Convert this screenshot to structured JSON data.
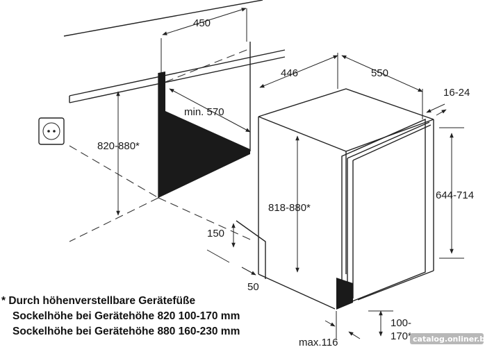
{
  "dimensions": {
    "niche_width": "450",
    "niche_depth": "446",
    "appliance_depth": "550",
    "door_gap": "16-24",
    "min_depth": "min. 570",
    "niche_height": "820-880*",
    "appliance_height": "818-880*",
    "door_height": "644-714",
    "plinth_cutout": "150",
    "plinth_depth": "50",
    "plinth_height_a": "100-",
    "plinth_height_b": "170*",
    "max_offset": "max.116"
  },
  "notes": {
    "line1": "* Durch höhenverstellbare Gerätefüße",
    "line2": "Sockelhöhe bei Gerätehöhe 820  100-170 mm",
    "line3": "Sockelhöhe bei Gerätehöhe 880  160-230 mm"
  },
  "watermark": "catalog.onliner.by",
  "colors": {
    "niche_fill": "#1a1a1a",
    "line": "#222222"
  }
}
